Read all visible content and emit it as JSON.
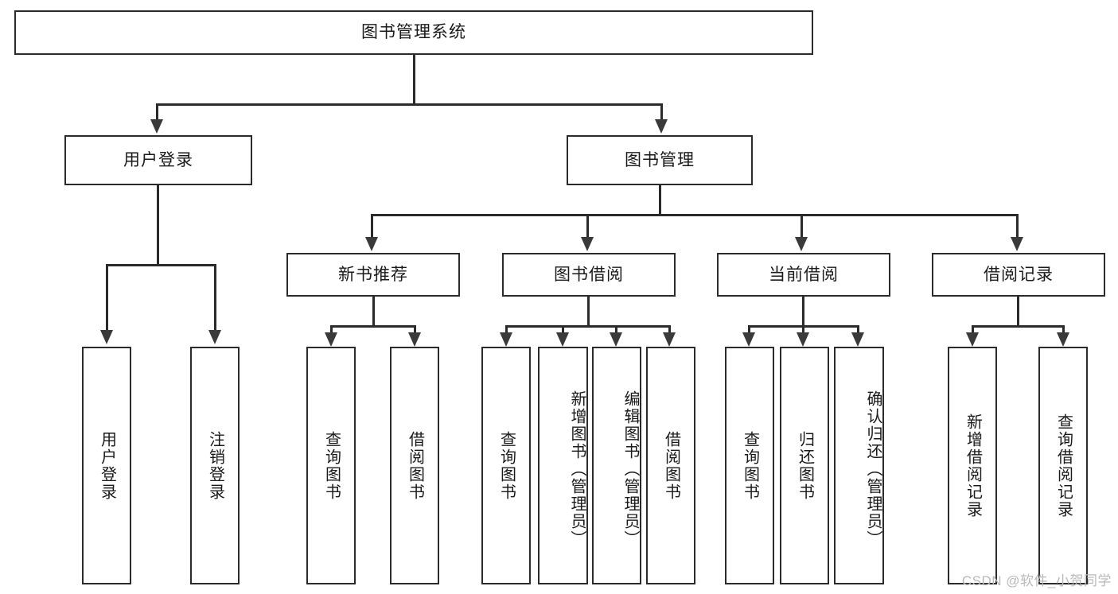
{
  "diagram": {
    "title": "图书管理系统",
    "root": {
      "label": "图书管理系统"
    },
    "level2": [
      {
        "label": "用户登录"
      },
      {
        "label": "图书管理"
      }
    ],
    "level3": [
      {
        "label": "新书推荐"
      },
      {
        "label": "图书借阅"
      },
      {
        "label": "当前借阅"
      },
      {
        "label": "借阅记录"
      }
    ],
    "leaves": {
      "user_login": [
        {
          "label": "用户登录"
        },
        {
          "label": "注销登录"
        }
      ],
      "new_book": [
        {
          "label": "查询图书"
        },
        {
          "label": "借阅图书"
        }
      ],
      "book_borrow": [
        {
          "label": "查询图书"
        },
        {
          "label": "新增图书（管理员）"
        },
        {
          "label": "编辑图书（管理员）"
        },
        {
          "label": "借阅图书"
        }
      ],
      "current_borrow": [
        {
          "label": "查询图书"
        },
        {
          "label": "归还图书"
        },
        {
          "label": "确认归还（管理员）"
        }
      ],
      "borrow_record": [
        {
          "label": "新增借阅记录"
        },
        {
          "label": "查询借阅记录"
        }
      ]
    }
  },
  "watermark": {
    "text": "CSDN @软件_小贺同学"
  },
  "colors": {
    "stroke": "#2b2b2b",
    "text": "#1a1a1a",
    "background": "#ffffff",
    "watermark": "#b9b9b9"
  }
}
